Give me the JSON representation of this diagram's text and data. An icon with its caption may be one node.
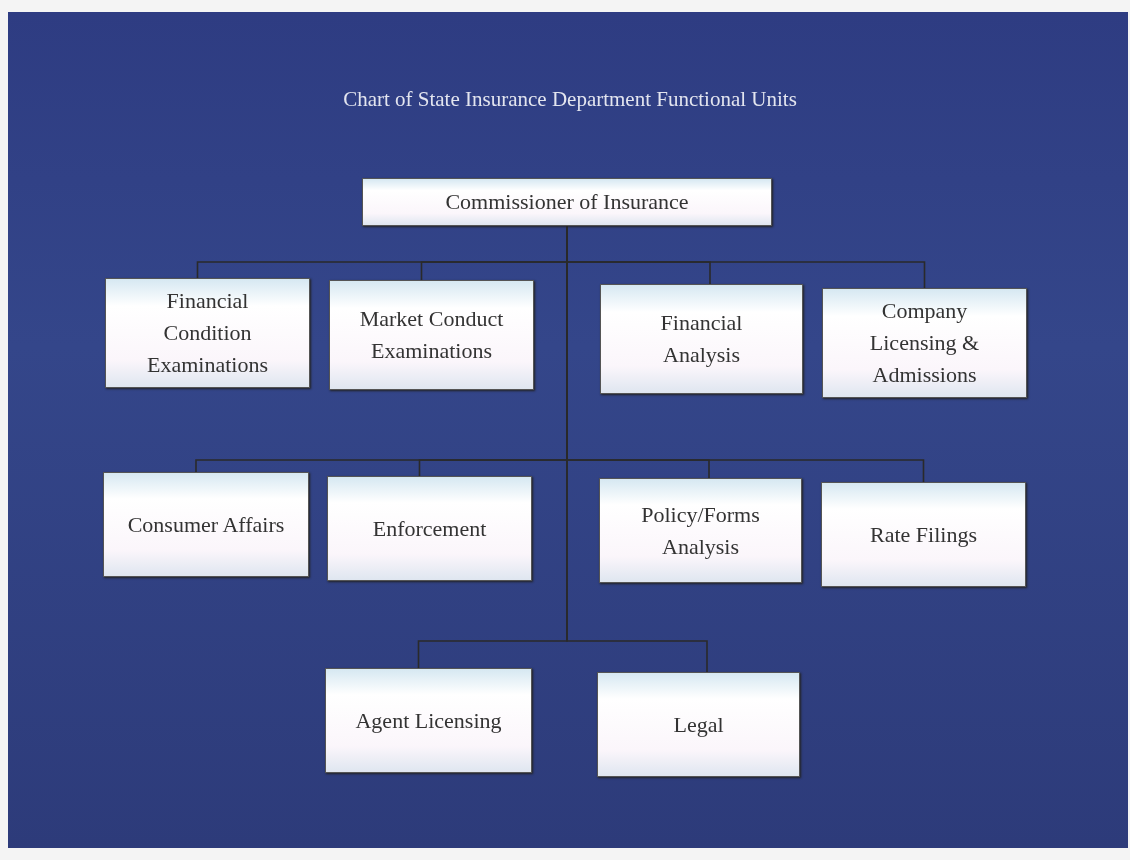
{
  "diagram": {
    "title": "Chart of State Insurance Department Functional Units",
    "nodes": [
      {
        "text": [
          "Commissioner of Insurance"
        ]
      },
      {
        "text": [
          "Financial Condition Examinations"
        ]
      },
      {
        "text": [
          "Market Conduct Examinations"
        ]
      },
      {
        "text": [
          "Financial Analysis"
        ]
      },
      {
        "text": [
          "Company Licensing & Admissions"
        ]
      },
      {
        "text": [
          "Consumer Affairs"
        ]
      },
      {
        "text": [
          "Enforcement"
        ]
      },
      {
        "text": [
          "Policy/Forms Analysis"
        ]
      },
      {
        "text": [
          "Rate Filings"
        ]
      },
      {
        "text": [
          "Agent Licensing"
        ]
      },
      {
        "text": [
          "Legal"
        ]
      }
    ],
    "edges": [
      {
        "from": 0,
        "to": 1,
        "arrow": "none"
      },
      {
        "from": 0,
        "to": 2,
        "arrow": "none"
      },
      {
        "from": 0,
        "to": 3,
        "arrow": "none"
      },
      {
        "from": 0,
        "to": 4,
        "arrow": "none"
      },
      {
        "from": 0,
        "to": 5,
        "arrow": "none"
      },
      {
        "from": 0,
        "to": 6,
        "arrow": "none"
      },
      {
        "from": 0,
        "to": 7,
        "arrow": "none"
      },
      {
        "from": 0,
        "to": 8,
        "arrow": "none"
      },
      {
        "from": 0,
        "to": 9,
        "arrow": "none"
      },
      {
        "from": 0,
        "to": 10,
        "arrow": "none"
      }
    ]
  }
}
